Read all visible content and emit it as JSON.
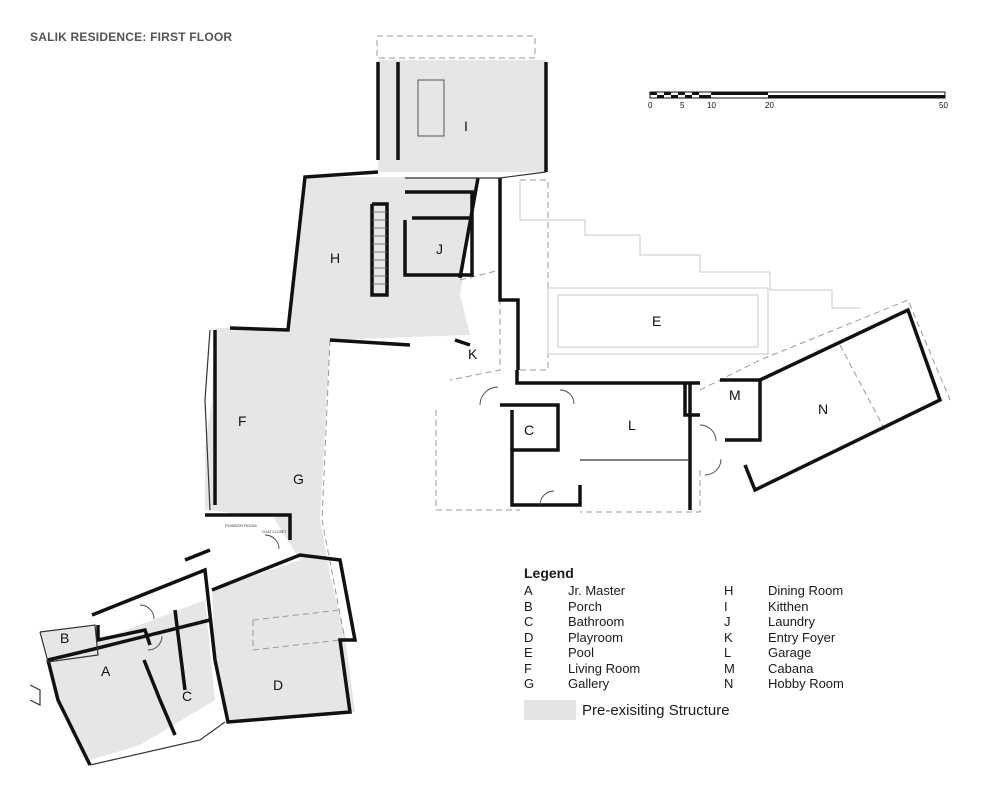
{
  "title": "SALIK RESIDENCE: FIRST FLOOR",
  "scale_bar": {
    "ticks": [
      "0",
      "5",
      "10",
      "20",
      "50"
    ]
  },
  "rooms": {
    "A": "A",
    "B": "B",
    "C": "C",
    "D": "D",
    "E": "E",
    "F": "F",
    "G": "G",
    "H": "H",
    "I": "I",
    "J": "J",
    "K": "K",
    "L": "L",
    "M": "M",
    "N": "N"
  },
  "legend": {
    "title": "Legend",
    "left": [
      {
        "letter": "A",
        "name": "Jr. Master"
      },
      {
        "letter": "B",
        "name": "Porch"
      },
      {
        "letter": "C",
        "name": "Bathroom"
      },
      {
        "letter": "D",
        "name": "Playroom"
      },
      {
        "letter": "E",
        "name": "Pool"
      },
      {
        "letter": "F",
        "name": "Living Room"
      },
      {
        "letter": "G",
        "name": "Gallery"
      }
    ],
    "right": [
      {
        "letter": "H",
        "name": "Dining Room"
      },
      {
        "letter": "I",
        "name": "Kitthen"
      },
      {
        "letter": "J",
        "name": "Laundry"
      },
      {
        "letter": "K",
        "name": "Entry Foyer"
      },
      {
        "letter": "L",
        "name": "Garage"
      },
      {
        "letter": "M",
        "name": "Cabana"
      },
      {
        "letter": "N",
        "name": "Hobby Room"
      }
    ],
    "swatch_label": "Pre-exisiting Structure",
    "swatch_color": "#e3e3e3"
  },
  "small_labels": {
    "powder": "POWDER ROOM",
    "coat": "COAT CLOSET"
  }
}
